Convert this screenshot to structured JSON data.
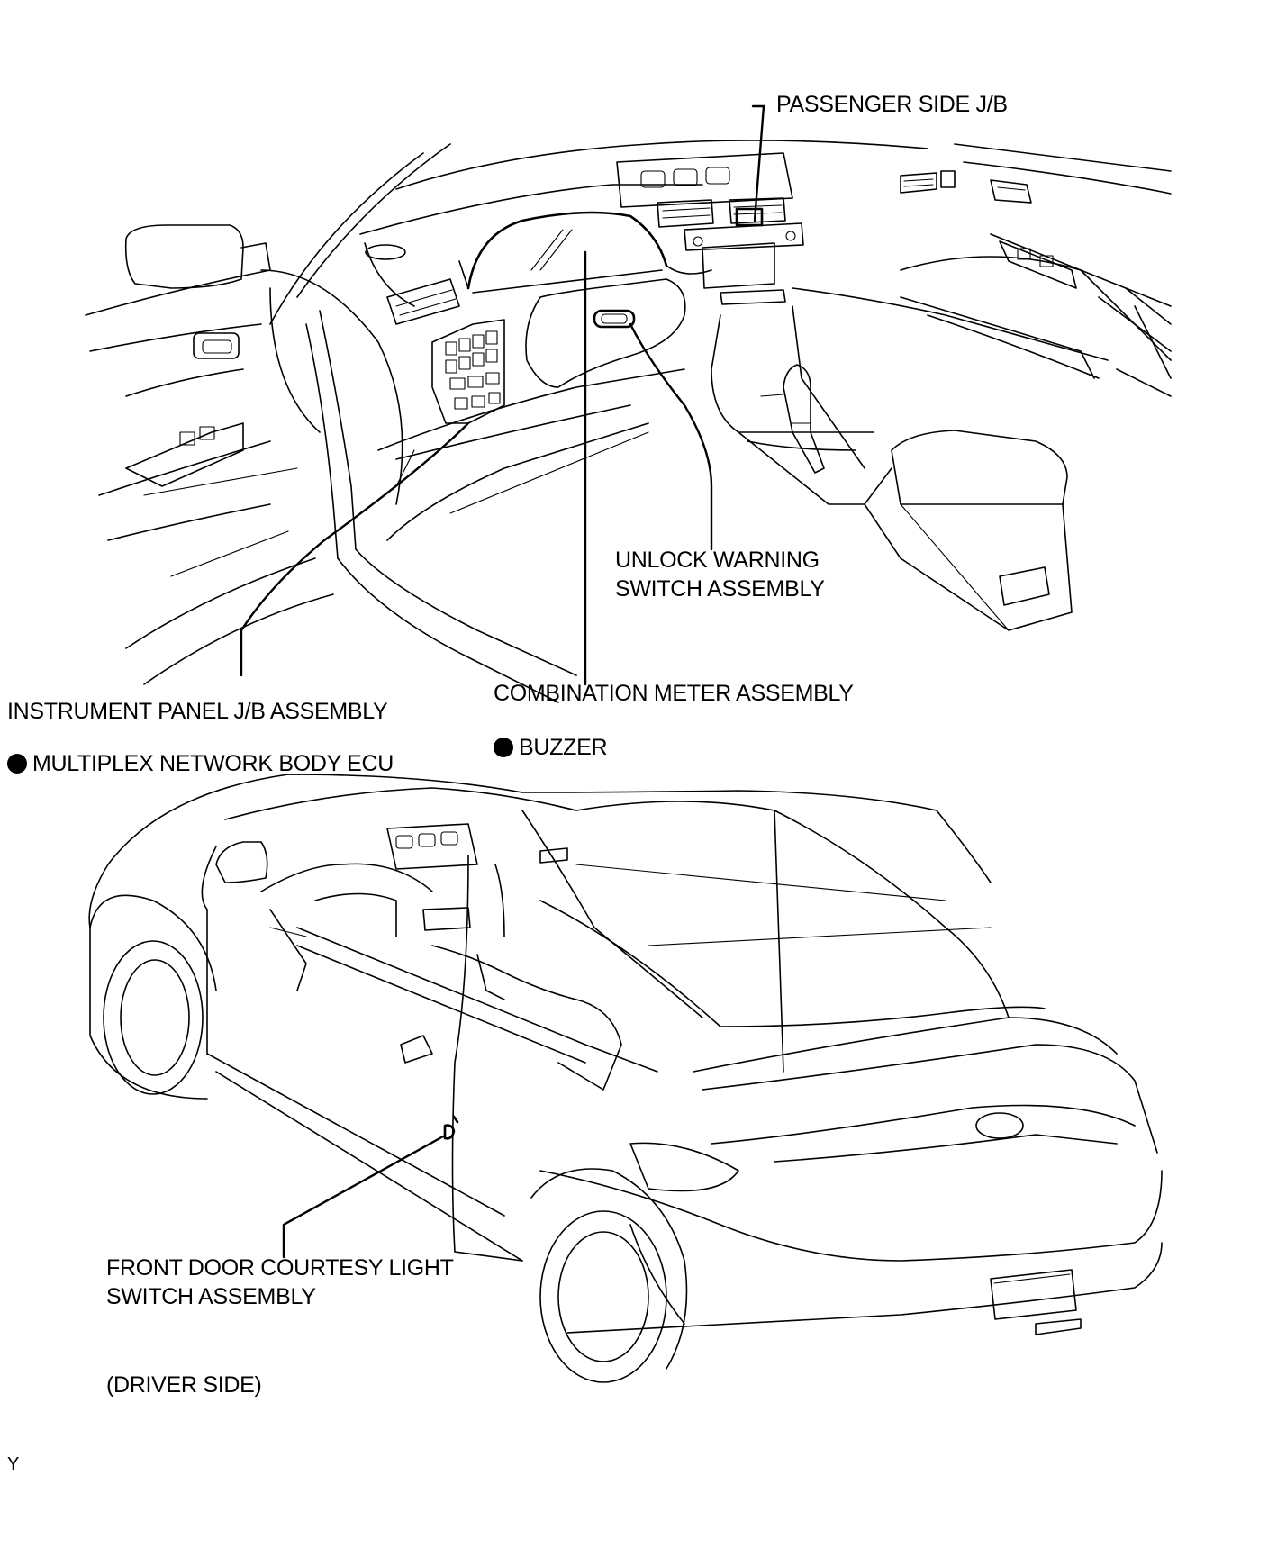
{
  "labels": {
    "passenger_jb": "PASSENGER SIDE J/B",
    "unlock_warning_1": "UNLOCK WARNING",
    "unlock_warning_2": "SWITCH ASSEMBLY",
    "instrument_panel_jb": "INSTRUMENT PANEL J/B ASSEMBLY",
    "combination_meter": "COMBINATION METER ASSEMBLY",
    "multiplex_ecu": "MULTIPLEX NETWORK BODY ECU",
    "buzzer": "BUZZER",
    "courtesy_switch_1": "FRONT DOOR COURTESY LIGHT",
    "courtesy_switch_2": "SWITCH ASSEMBLY",
    "driver_side": "(DRIVER SIDE)",
    "corner_code": "Y"
  }
}
